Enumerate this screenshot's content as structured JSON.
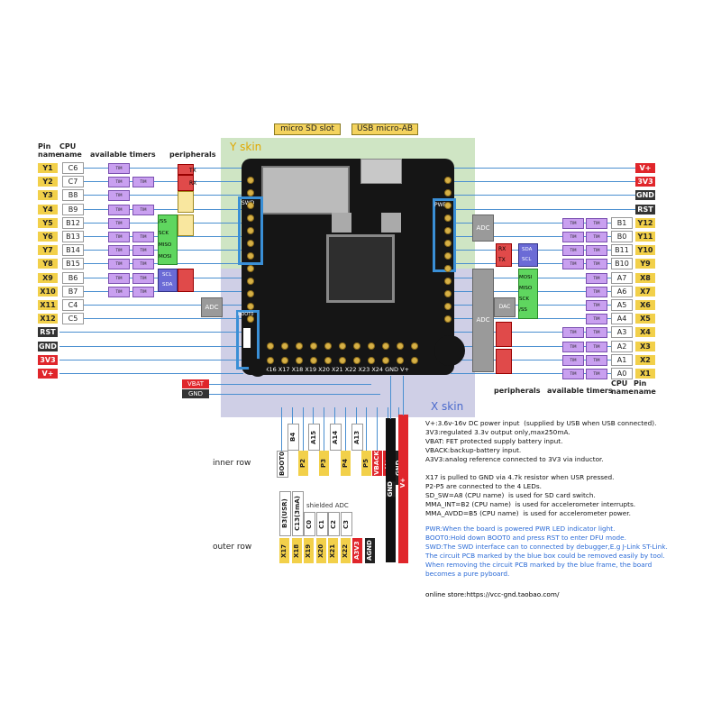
{
  "top_labels": {
    "micro_sd": "micro SD slot",
    "usb": "USB micro-AB"
  },
  "skins": {
    "y": "Y skin",
    "x": "X skin"
  },
  "left_headers": {
    "pin_name": "Pin\nname",
    "cpu_name": "CPU\nname",
    "timers": "available timers",
    "peripherals": "peripherals"
  },
  "right_headers": {
    "peripherals": "peripherals",
    "timers": "available timers",
    "cpu_name": "CPU\nname",
    "pin_name": "Pin\nname"
  },
  "left_pins": [
    {
      "pin": "Y1",
      "cpu": "C6"
    },
    {
      "pin": "Y2",
      "cpu": "C7"
    },
    {
      "pin": "Y3",
      "cpu": "B8"
    },
    {
      "pin": "Y4",
      "cpu": "B9"
    },
    {
      "pin": "Y5",
      "cpu": "B12"
    },
    {
      "pin": "Y6",
      "cpu": "B13"
    },
    {
      "pin": "Y7",
      "cpu": "B14"
    },
    {
      "pin": "Y8",
      "cpu": "B15"
    },
    {
      "pin": "X9",
      "cpu": "B6"
    },
    {
      "pin": "X10",
      "cpu": "B7"
    },
    {
      "pin": "X11",
      "cpu": "C4"
    },
    {
      "pin": "X12",
      "cpu": "C5"
    },
    {
      "pin": "RST",
      "cpu": ""
    },
    {
      "pin": "GND",
      "cpu": ""
    },
    {
      "pin": "3V3",
      "cpu": ""
    },
    {
      "pin": "V+",
      "cpu": ""
    }
  ],
  "right_pins": [
    {
      "pin": "V+",
      "cpu": ""
    },
    {
      "pin": "3V3",
      "cpu": ""
    },
    {
      "pin": "GND",
      "cpu": ""
    },
    {
      "pin": "RST",
      "cpu": ""
    },
    {
      "pin": "Y12",
      "cpu": "B1"
    },
    {
      "pin": "Y11",
      "cpu": "B0"
    },
    {
      "pin": "Y10",
      "cpu": "B11"
    },
    {
      "pin": "Y9",
      "cpu": "B10"
    },
    {
      "pin": "X8",
      "cpu": "A7"
    },
    {
      "pin": "X7",
      "cpu": "A6"
    },
    {
      "pin": "X6",
      "cpu": "A5"
    },
    {
      "pin": "X5",
      "cpu": "A4"
    },
    {
      "pin": "X4",
      "cpu": "A3"
    },
    {
      "pin": "X3",
      "cpu": "A2"
    },
    {
      "pin": "X2",
      "cpu": "A1"
    },
    {
      "pin": "X1",
      "cpu": "A0"
    }
  ],
  "left_peripherals": {
    "tx": "TX",
    "rx": "RX",
    "ss": "/SS",
    "sck": "SCK",
    "miso": "MISO",
    "mosi": "MOSI",
    "scl": "SCL",
    "sda": "SDA",
    "adc": "ADC"
  },
  "right_peripherals": {
    "adc": "ADC",
    "dac": "DAC",
    "rx": "RX",
    "tx": "TX",
    "sda": "SDA",
    "scl": "SCL",
    "mosi": "MOSI",
    "miso": "MISO",
    "sck": "SCK",
    "ss": "/SS"
  },
  "board_labels": {
    "swd": "SWD",
    "pwr": "PWR",
    "boot0": "BOOT0",
    "vbat": "VBAT",
    "gnd": "GND",
    "bottom_edge": "X16 X17 X18 X19 X20 X21 X22 X23 X24 GND V+"
  },
  "rows": {
    "inner": "inner row",
    "outer": "outer row",
    "shielded": "shielded ADC"
  },
  "inner_pins": [
    "BOOT0",
    "B4",
    "P2",
    "A15",
    "P3",
    "A14",
    "P4",
    "A13",
    "P5",
    "VBACK",
    "V+",
    "GND"
  ],
  "outer_top": [
    "B3(USR)",
    "C13(3mA)",
    "C0",
    "C1",
    "C2",
    "C3"
  ],
  "outer_pins": [
    "X17",
    "X18",
    "X19",
    "X20",
    "X21",
    "X22",
    "A3V3",
    "AGND"
  ],
  "tall": {
    "gnd": "GND",
    "vplus": "V+"
  },
  "notes_black": [
    "V+:3.6v-16v DC power input  (supplied by USB when USB connected).",
    "3V3:regulated 3.3v output only,max250mA.",
    "VBAT: FET protected supply battery input.",
    "VBACK:backup-battery input.",
    "A3V3:analog reference connected to 3V3 via inductor.",
    "",
    "X17 is pulled to GND via 4.7k resistor when USR pressed.",
    "P2-P5 are connected to the 4 LEDs.",
    "SD_SW=A8 (CPU name)  is used for SD card switch.",
    "MMA_INT=B2 (CPU name)  is used for accelerometer interrupts.",
    "MMA_AVDD=B5 (CPU name)  is used for accelerometer power."
  ],
  "notes_blue": [
    "PWR:When the board is powered PWR LED indicator light.",
    "BOOT0:Hold down BOOT0 and press RST to enter DFU mode.",
    "SWD:The SWD interface can to connected by debugger,E.g J-Link ST-Link.",
    "The circuit PCB marked by the blue box could be removed easily by tool.",
    "When removing the circuit PCB marked by the blue frame, the board",
    "becomes a pure pyboard."
  ],
  "store": "online store:https://vcc-gnd.taobao.com/",
  "colors": {
    "yellow": "#f2d04a",
    "red": "#e0262b",
    "purple": "#c9a0f0",
    "wire": "#4a8fd0",
    "board": "#151515"
  }
}
